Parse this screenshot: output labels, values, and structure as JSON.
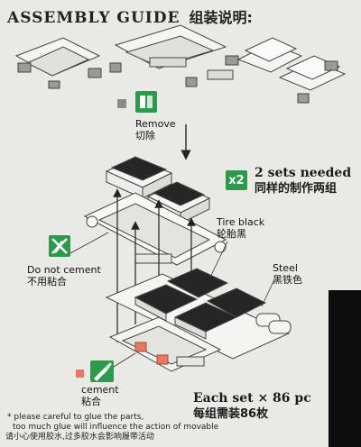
{
  "header": {
    "title_en": "ASSEMBLY GUIDE",
    "title_cn": "组装说明:"
  },
  "labels": {
    "remove_en": "Remove",
    "remove_cn": "切除",
    "sets_count": "x2",
    "sets_en": "2 sets needed",
    "sets_cn": "同样的制作两组",
    "tire_en": "Tire black",
    "tire_cn": "轮胎黑",
    "steel_en": "Steel",
    "steel_cn": "黑铁色",
    "no_cement_en": "Do not cement",
    "no_cement_cn": "不用粘合",
    "cement_en": "cement",
    "cement_cn": "粘合",
    "each_set_en": "Each set  × 86 pc",
    "each_set_cn": "每组需装86枚"
  },
  "footnote": {
    "line1": "* please careful to glue the parts,",
    "line2": "too much glue will influence the action of movable",
    "line3": "请小心使用胶水,过多胶水会影响履带活动"
  },
  "colors": {
    "background": "#e9e9e6",
    "accent_green": "#2c9a4a",
    "pad_black": "#222222",
    "cement_red": "#e87864",
    "remove_gray": "#8b8b8b"
  },
  "icons": {
    "remove": "cutter-icon",
    "no_cement": "no-cement-icon",
    "cement": "cement-brush-icon"
  }
}
